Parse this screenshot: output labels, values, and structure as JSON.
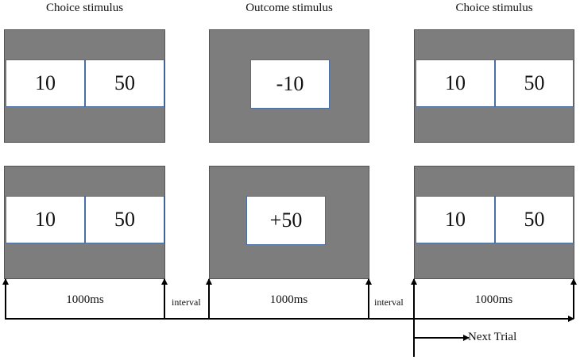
{
  "headers": {
    "left": "Choice stimulus",
    "middle": "Outcome stimulus",
    "right": "Choice stimulus"
  },
  "trial_top": {
    "choice1": {
      "left_value": "10",
      "right_value": "50"
    },
    "outcome": {
      "value": "-10"
    },
    "choice2": {
      "left_value": "10",
      "right_value": "50"
    }
  },
  "trial_bottom": {
    "choice1": {
      "left_value": "10",
      "right_value": "50"
    },
    "outcome": {
      "value": "+50"
    },
    "choice2": {
      "left_value": "10",
      "right_value": "50"
    }
  },
  "timeline": {
    "duration1": "1000ms",
    "interval1": "interval",
    "duration2": "1000ms",
    "interval2": "interval",
    "duration3": "1000ms",
    "next_trial": "Next Trial"
  },
  "colors": {
    "panel": "#7d7d7d",
    "box_border": "#4a6fa5",
    "line": "#000000"
  }
}
